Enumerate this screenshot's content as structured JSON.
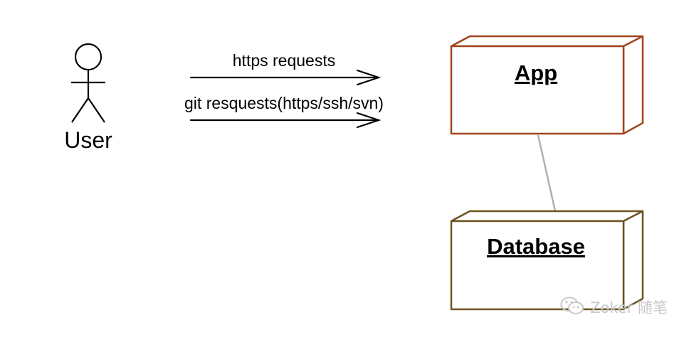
{
  "actor": {
    "label": "User"
  },
  "edges": [
    {
      "label": "https requests"
    },
    {
      "label": "git resquests(https/ssh/svn)"
    }
  ],
  "nodes": {
    "app": {
      "label": "App",
      "stroke": "#a0451c"
    },
    "database": {
      "label": "Database",
      "stroke": "#6a5520"
    }
  },
  "connector_color": "#b0b0b0",
  "watermark": {
    "text": "Zoker 随笔",
    "icon": "wechat-icon"
  }
}
